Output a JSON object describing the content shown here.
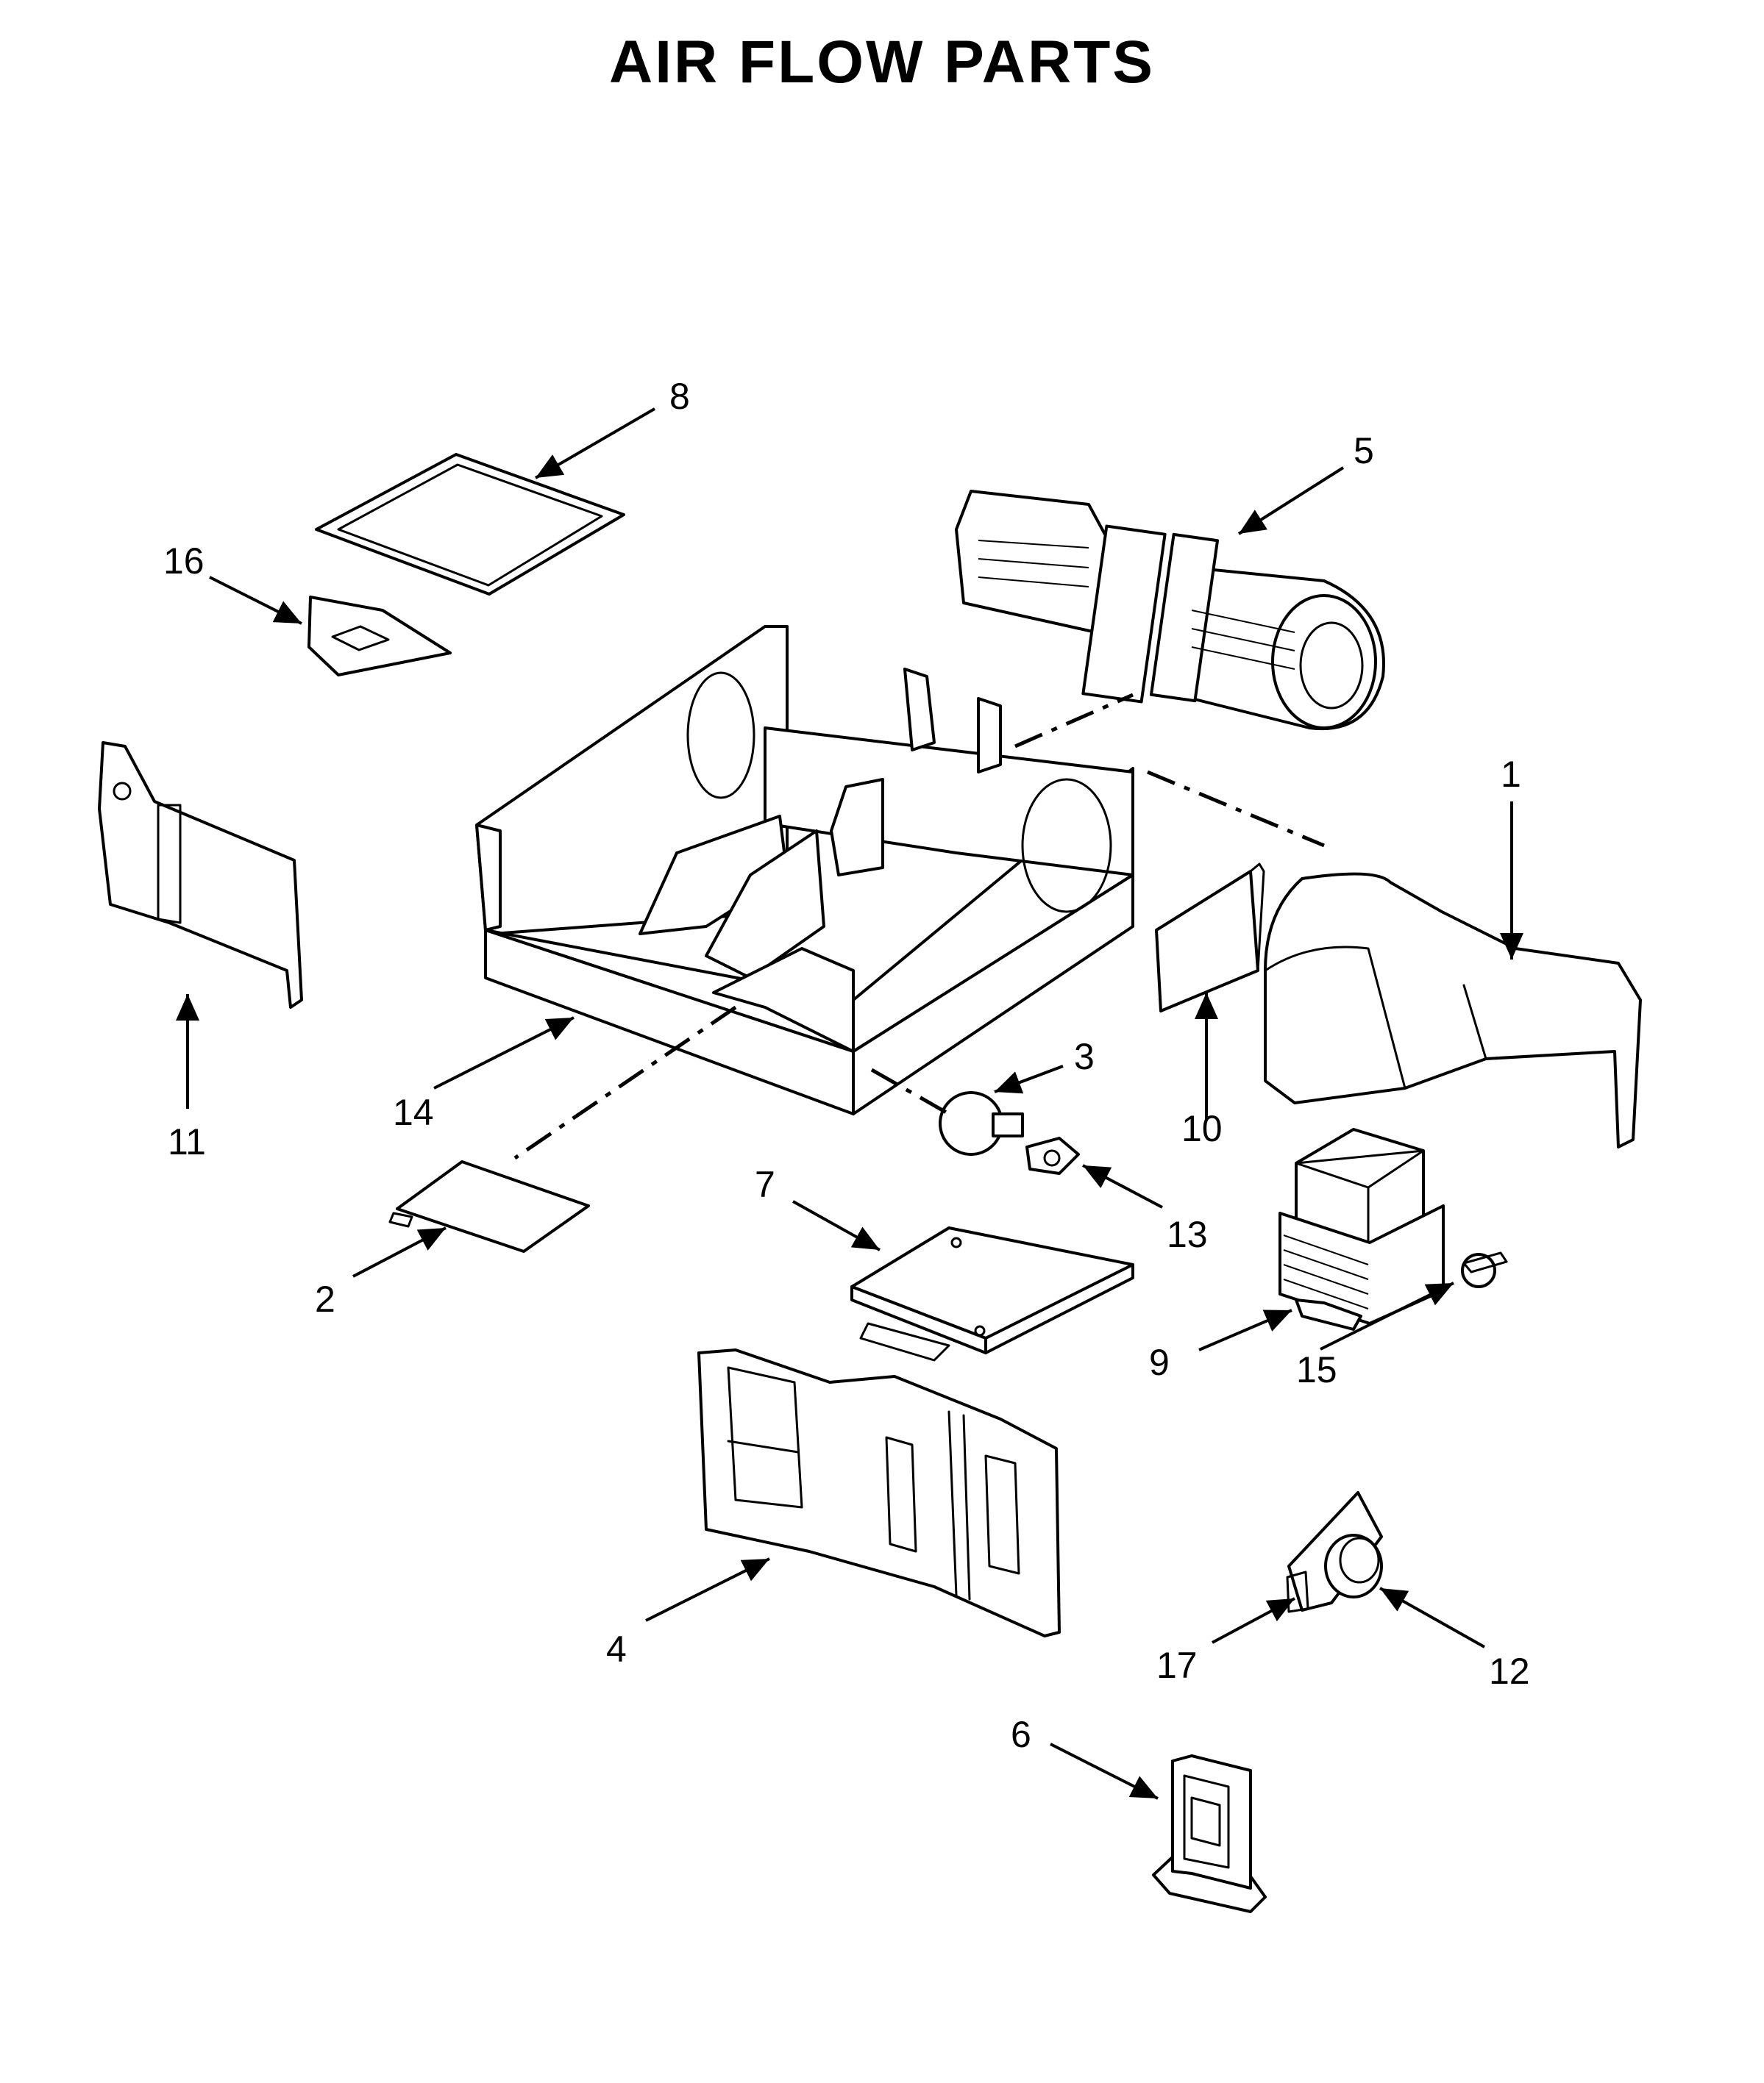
{
  "title": "AIR FLOW PARTS",
  "callouts": [
    {
      "id": "1",
      "label": "1"
    },
    {
      "id": "2",
      "label": "2"
    },
    {
      "id": "3",
      "label": "3"
    },
    {
      "id": "4",
      "label": "4"
    },
    {
      "id": "5",
      "label": "5"
    },
    {
      "id": "6",
      "label": "6"
    },
    {
      "id": "7",
      "label": "7"
    },
    {
      "id": "8",
      "label": "8"
    },
    {
      "id": "9",
      "label": "9"
    },
    {
      "id": "10",
      "label": "10"
    },
    {
      "id": "11",
      "label": "11"
    },
    {
      "id": "12",
      "label": "12"
    },
    {
      "id": "13",
      "label": "13"
    },
    {
      "id": "14",
      "label": "14"
    },
    {
      "id": "15",
      "label": "15"
    },
    {
      "id": "16",
      "label": "16"
    },
    {
      "id": "17",
      "label": "17"
    }
  ]
}
